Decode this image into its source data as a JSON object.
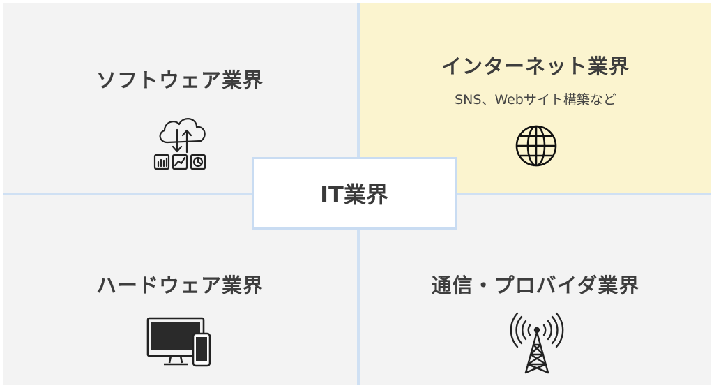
{
  "center": {
    "label": "IT業界"
  },
  "quadrants": {
    "software": {
      "title": "ソフトウェア業界",
      "icon": "cloud-sync-analytics-icon"
    },
    "internet": {
      "title": "インターネット業界",
      "subtitle": "SNS、Webサイト構築など",
      "icon": "globe-icon"
    },
    "hardware": {
      "title": "ハードウェア業界",
      "icon": "monitor-smartphone-icon"
    },
    "telecom": {
      "title": "通信・プロバイダ業界",
      "icon": "signal-tower-icon"
    }
  },
  "colors": {
    "highlight": "#fbf4cf",
    "panel": "#f3f3f3",
    "divider": "#cfe0f3",
    "center_border": "#c9dcf2"
  }
}
